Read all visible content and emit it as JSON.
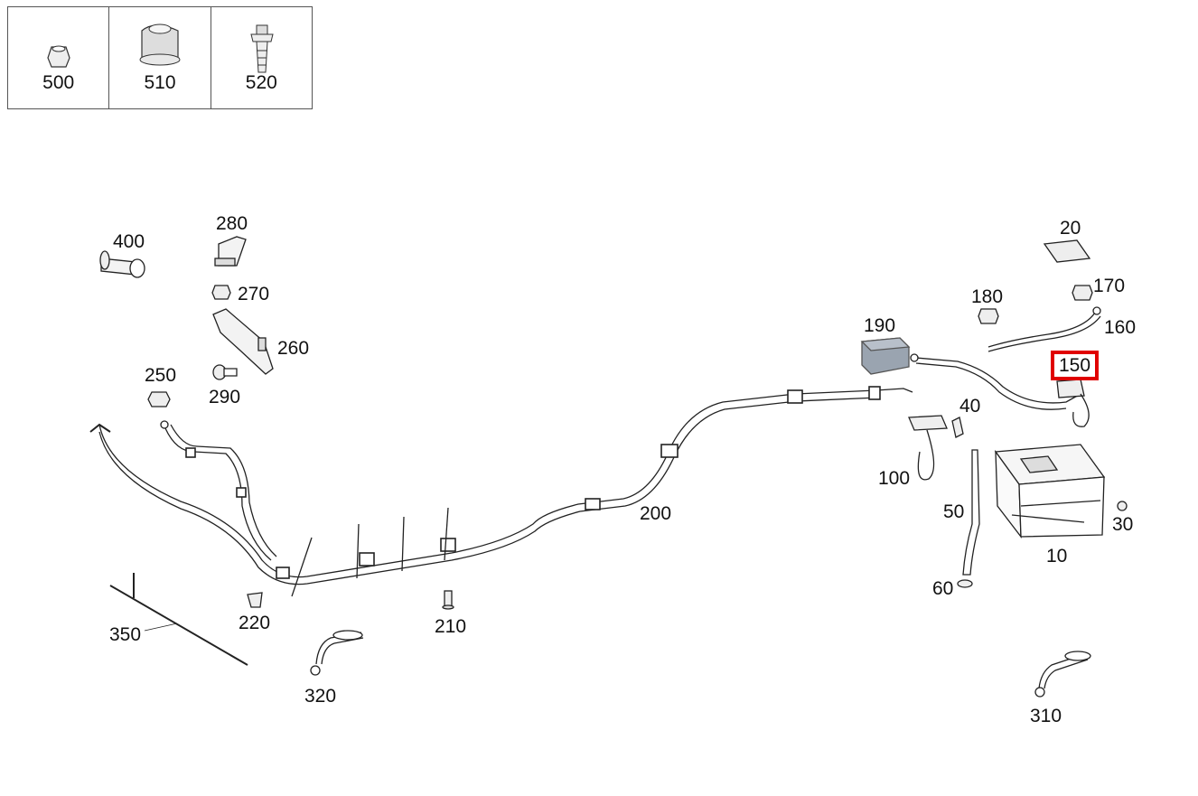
{
  "legend": [
    {
      "label": "500",
      "icon": "nut-icon"
    },
    {
      "label": "510",
      "icon": "grommet-icon"
    },
    {
      "label": "520",
      "icon": "bolt-icon"
    }
  ],
  "callouts": {
    "p10": "10",
    "p20": "20",
    "p30": "30",
    "p40": "40",
    "p50": "50",
    "p60": "60",
    "p100": "100",
    "p150": "150",
    "p160": "160",
    "p170": "170",
    "p180": "180",
    "p190": "190",
    "p200": "200",
    "p210": "210",
    "p220": "220",
    "p250": "250",
    "p260": "260",
    "p270": "270",
    "p280": "280",
    "p290": "290",
    "p310": "310",
    "p320": "320",
    "p350": "350",
    "p400": "400"
  },
  "highlighted_part": "150",
  "colors": {
    "highlight": "#e00000",
    "line": "#222222",
    "module": "#9aa4b0"
  }
}
